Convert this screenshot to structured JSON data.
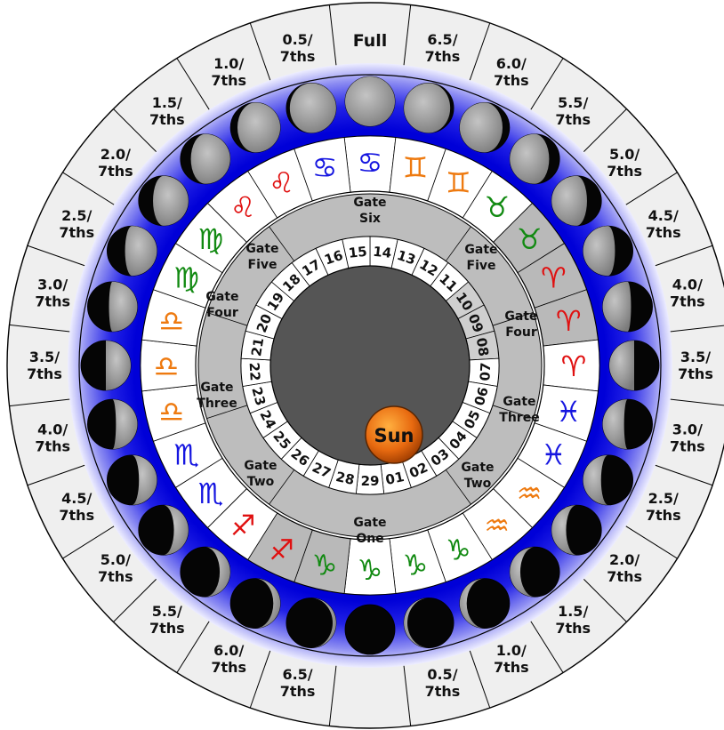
{
  "colors": {
    "blue_ring": "#0a0adc",
    "center_disc": "#555555",
    "gate_ring": "#bdbdbd",
    "outer_seg": "#efefef",
    "sun": "#e06a10",
    "water": "#1515e0",
    "fire": "#e01010",
    "earth": "#128a12",
    "air": "#ee7a10"
  },
  "outer_labels": [
    [
      "Full"
    ],
    [
      "6.5/",
      "7ths"
    ],
    [
      "6.0/",
      "7ths"
    ],
    [
      "5.5/",
      "7ths"
    ],
    [
      "5.0/",
      "7ths"
    ],
    [
      "4.5/",
      "7ths"
    ],
    [
      "4.0/",
      "7ths"
    ],
    [
      "3.5/",
      "7ths"
    ],
    [
      "3.0/",
      "7ths"
    ],
    [
      "2.5/",
      "7ths"
    ],
    [
      "2.0/",
      "7ths"
    ],
    [
      "1.5/",
      "7ths"
    ],
    [
      "1.0/",
      "7ths"
    ],
    [
      "0.5/",
      "7ths"
    ],
    [
      ""
    ],
    [
      "6.5/",
      "7ths"
    ],
    [
      "6.0/",
      "7ths"
    ],
    [
      "5.5/",
      "7ths"
    ],
    [
      "5.0/",
      "7ths"
    ],
    [
      "4.5/",
      "7ths"
    ],
    [
      "4.0/",
      "7ths"
    ],
    [
      "3.5/",
      "7ths"
    ],
    [
      "3.0/",
      "7ths"
    ],
    [
      "2.5/",
      "7ths"
    ],
    [
      "2.0/",
      "7ths"
    ],
    [
      "1.5/",
      "7ths"
    ],
    [
      "1.0/",
      "7ths"
    ],
    [
      "0.5/",
      "7ths"
    ]
  ],
  "moon_lit_fraction": [
    1.0,
    0.93,
    0.86,
    0.79,
    0.71,
    0.64,
    0.57,
    0.5,
    0.43,
    0.36,
    0.29,
    0.21,
    0.14,
    0.07,
    0.0,
    0.07,
    0.14,
    0.21,
    0.29,
    0.36,
    0.43,
    0.5,
    0.57,
    0.64,
    0.71,
    0.79,
    0.86,
    0.93
  ],
  "zodiac": [
    {
      "glyph": "♋",
      "element": "water",
      "shaded": false
    },
    {
      "glyph": "♊",
      "element": "air",
      "shaded": false
    },
    {
      "glyph": "♊",
      "element": "air",
      "shaded": false
    },
    {
      "glyph": "♉",
      "element": "earth",
      "shaded": false
    },
    {
      "glyph": "♉",
      "element": "earth",
      "shaded": true
    },
    {
      "glyph": "♈",
      "element": "fire",
      "shaded": true
    },
    {
      "glyph": "♈",
      "element": "fire",
      "shaded": true
    },
    {
      "glyph": "♈",
      "element": "fire",
      "shaded": false
    },
    {
      "glyph": "♓",
      "element": "water",
      "shaded": false
    },
    {
      "glyph": "♓",
      "element": "water",
      "shaded": false
    },
    {
      "glyph": "♒",
      "element": "air",
      "shaded": false
    },
    {
      "glyph": "♒",
      "element": "air",
      "shaded": false
    },
    {
      "glyph": "♑",
      "element": "earth",
      "shaded": false
    },
    {
      "glyph": "♑",
      "element": "earth",
      "shaded": false
    },
    {
      "glyph": "♑",
      "element": "earth",
      "shaded": false
    },
    {
      "glyph": "♑",
      "element": "earth",
      "shaded": true
    },
    {
      "glyph": "♐",
      "element": "fire",
      "shaded": true
    },
    {
      "glyph": "♐",
      "element": "fire",
      "shaded": false
    },
    {
      "glyph": "♏",
      "element": "water",
      "shaded": false
    },
    {
      "glyph": "♏",
      "element": "water",
      "shaded": false
    },
    {
      "glyph": "♎",
      "element": "air",
      "shaded": false
    },
    {
      "glyph": "♎",
      "element": "air",
      "shaded": false
    },
    {
      "glyph": "♎",
      "element": "air",
      "shaded": false
    },
    {
      "glyph": "♍",
      "element": "earth",
      "shaded": false
    },
    {
      "glyph": "♍",
      "element": "earth",
      "shaded": false
    },
    {
      "glyph": "♌",
      "element": "fire",
      "shaded": false
    },
    {
      "glyph": "♌",
      "element": "fire",
      "shaded": false
    },
    {
      "glyph": "♋",
      "element": "water",
      "shaded": false
    }
  ],
  "gates": [
    {
      "word": "Gate",
      "name": "Six"
    },
    {
      "word": "Gate",
      "name": "Five"
    },
    {
      "word": "Gate",
      "name": "Four"
    },
    {
      "word": "Gate",
      "name": "Three"
    },
    {
      "word": "Gate",
      "name": "Two"
    },
    {
      "word": "Gate",
      "name": "One"
    },
    {
      "word": "Gate",
      "name": "Two"
    },
    {
      "word": "Gate",
      "name": "Three"
    },
    {
      "word": "Gate",
      "name": "Four"
    },
    {
      "word": "Gate",
      "name": "Five"
    }
  ],
  "days": [
    "14",
    "13",
    "12",
    "11",
    "10",
    "09",
    "08",
    "07",
    "06",
    "05",
    "04",
    "03",
    "02",
    "01",
    "29",
    "28",
    "27",
    "26",
    "25",
    "24",
    "23",
    "22",
    "21",
    "20",
    "19",
    "18",
    "17",
    "16",
    "15"
  ],
  "days_shaded": [
    "10",
    "09",
    "08"
  ],
  "sun_label": "Sun"
}
